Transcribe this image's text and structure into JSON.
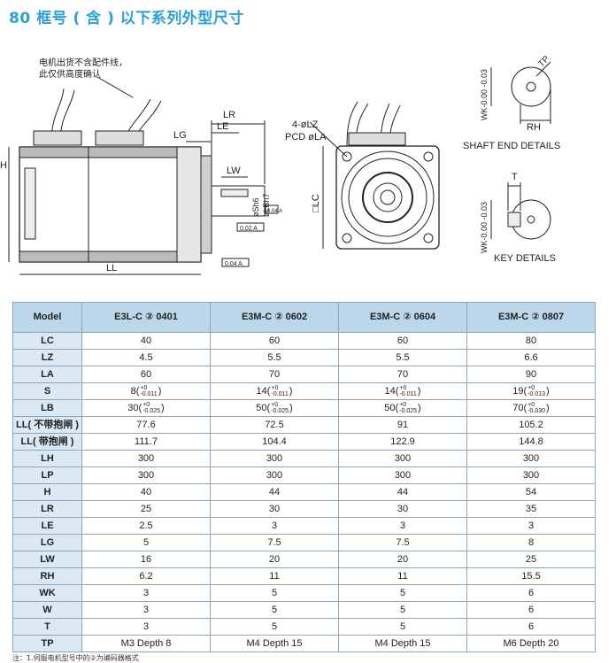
{
  "title": "80 框号 ( 含 ) 以下系列外型尺寸",
  "drawing": {
    "cable_note_line1": "电机出货不含配件线，",
    "cable_note_line2": "此仅供高度确认",
    "lbl_H": "H",
    "lbl_LR": "LR",
    "lbl_LE": "LE",
    "lbl_LG": "LG",
    "lbl_LW": "LW",
    "lbl_LL": "LL",
    "lbl_S": "øSh6",
    "lbl_LB": "øLBh7",
    "lbl_runout": "0.02 A",
    "lbl_perp": "0.04 A",
    "lbl_concentric": "0.04 A",
    "lbl_holes": "4-øLZ",
    "lbl_pcd": "PCD øLA",
    "lbl_LC": "□LC",
    "lbl_TP": "TP",
    "lbl_RH": "RH",
    "lbl_WK_tol": "WK-0.00\n-0.03",
    "shaft_end": "SHAFT END DETAILS",
    "lbl_T": "T",
    "key_details": "KEY DETAILS"
  },
  "table": {
    "header": [
      "Model",
      "E3L-C ② 0401",
      "E3M-C ② 0602",
      "E3M-C ② 0604",
      "E3M-C ② 0807"
    ],
    "rows": [
      {
        "label": "LC",
        "cells": [
          {
            "v": "40"
          },
          {
            "v": "60"
          },
          {
            "v": "60"
          },
          {
            "v": "80"
          }
        ]
      },
      {
        "label": "LZ",
        "cells": [
          {
            "v": "4.5"
          },
          {
            "v": "5.5"
          },
          {
            "v": "5.5"
          },
          {
            "v": "6.6"
          }
        ]
      },
      {
        "label": "LA",
        "cells": [
          {
            "v": "60"
          },
          {
            "v": "70"
          },
          {
            "v": "70"
          },
          {
            "v": "90"
          }
        ]
      },
      {
        "label": "S",
        "cells": [
          {
            "v": "8(",
            "up": "+0",
            "lo": "-0.011",
            "end": ")"
          },
          {
            "v": "14(",
            "up": "+0",
            "lo": "-0.011",
            "end": ")"
          },
          {
            "v": "14(",
            "up": "+0",
            "lo": "-0.011",
            "end": ")"
          },
          {
            "v": "19(",
            "up": "+0",
            "lo": "-0.013",
            "end": ")"
          }
        ]
      },
      {
        "label": "LB",
        "cells": [
          {
            "v": "30(",
            "up": "+0",
            "lo": "-0.025",
            "end": ")"
          },
          {
            "v": "50(",
            "up": "+0",
            "lo": "-0.025",
            "end": ")"
          },
          {
            "v": "50(",
            "up": "+0",
            "lo": "-0.025",
            "end": ")"
          },
          {
            "v": "70(",
            "up": "+0",
            "lo": "-0.030",
            "end": ")"
          }
        ]
      },
      {
        "label": "LL( 不带抱闸 )",
        "cells": [
          {
            "v": "77.6"
          },
          {
            "v": "72.5"
          },
          {
            "v": "91"
          },
          {
            "v": "105.2"
          }
        ]
      },
      {
        "label": "LL( 带抱闸 )",
        "cells": [
          {
            "v": "111.7"
          },
          {
            "v": "104.4"
          },
          {
            "v": "122.9"
          },
          {
            "v": "144.8"
          }
        ]
      },
      {
        "label": "LH",
        "cells": [
          {
            "v": "300"
          },
          {
            "v": "300"
          },
          {
            "v": "300"
          },
          {
            "v": "300"
          }
        ]
      },
      {
        "label": "LP",
        "cells": [
          {
            "v": "300"
          },
          {
            "v": "300"
          },
          {
            "v": "300"
          },
          {
            "v": "300"
          }
        ]
      },
      {
        "label": "H",
        "cells": [
          {
            "v": "40"
          },
          {
            "v": "44"
          },
          {
            "v": "44"
          },
          {
            "v": "54"
          }
        ]
      },
      {
        "label": "LR",
        "cells": [
          {
            "v": "25"
          },
          {
            "v": "30"
          },
          {
            "v": "30"
          },
          {
            "v": "35"
          }
        ]
      },
      {
        "label": "LE",
        "cells": [
          {
            "v": "2.5"
          },
          {
            "v": "3"
          },
          {
            "v": "3"
          },
          {
            "v": "3"
          }
        ]
      },
      {
        "label": "LG",
        "cells": [
          {
            "v": "5"
          },
          {
            "v": "7.5"
          },
          {
            "v": "7.5"
          },
          {
            "v": "8"
          }
        ]
      },
      {
        "label": "LW",
        "cells": [
          {
            "v": "16"
          },
          {
            "v": "20"
          },
          {
            "v": "20"
          },
          {
            "v": "25"
          }
        ]
      },
      {
        "label": "RH",
        "cells": [
          {
            "v": "6.2"
          },
          {
            "v": "11"
          },
          {
            "v": "11"
          },
          {
            "v": "15.5"
          }
        ]
      },
      {
        "label": "WK",
        "cells": [
          {
            "v": "3"
          },
          {
            "v": "5"
          },
          {
            "v": "5"
          },
          {
            "v": "6"
          }
        ]
      },
      {
        "label": "W",
        "cells": [
          {
            "v": "3"
          },
          {
            "v": "5"
          },
          {
            "v": "5"
          },
          {
            "v": "6"
          }
        ]
      },
      {
        "label": "T",
        "cells": [
          {
            "v": "3"
          },
          {
            "v": "5"
          },
          {
            "v": "5"
          },
          {
            "v": "6"
          }
        ]
      },
      {
        "label": "TP",
        "cells": [
          {
            "v": "M3 Depth 8"
          },
          {
            "v": "M4 Depth 15"
          },
          {
            "v": "M4 Depth 15"
          },
          {
            "v": "M6 Depth 20"
          }
        ]
      }
    ]
  },
  "note": "注：1.伺服电机型号中的②为编码器格式"
}
